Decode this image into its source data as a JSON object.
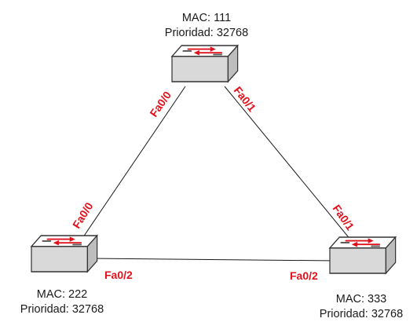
{
  "switches": {
    "top": {
      "mac": "MAC: 111",
      "priority": "Prioridad: 32768"
    },
    "left": {
      "mac": "MAC: 222",
      "priority": "Prioridad: 32768"
    },
    "right": {
      "mac": "MAC: 333",
      "priority": "Prioridad: 32768"
    }
  },
  "ports": {
    "top_left": "Fa0/0",
    "top_right": "Fa0/1",
    "left_top": "Fa0/0",
    "left_right": "Fa0/2",
    "right_top": "Fa0/1",
    "right_left": "Fa0/2"
  },
  "colors": {
    "port_label": "#e0111b",
    "link": "#1a1a1a",
    "switch_top": "#ffffff",
    "switch_side": "#d9d9d9",
    "switch_outline": "#333333",
    "arrow_red": "#e0111b"
  },
  "icons": [
    "switch-icon",
    "switch-icon",
    "switch-icon"
  ]
}
